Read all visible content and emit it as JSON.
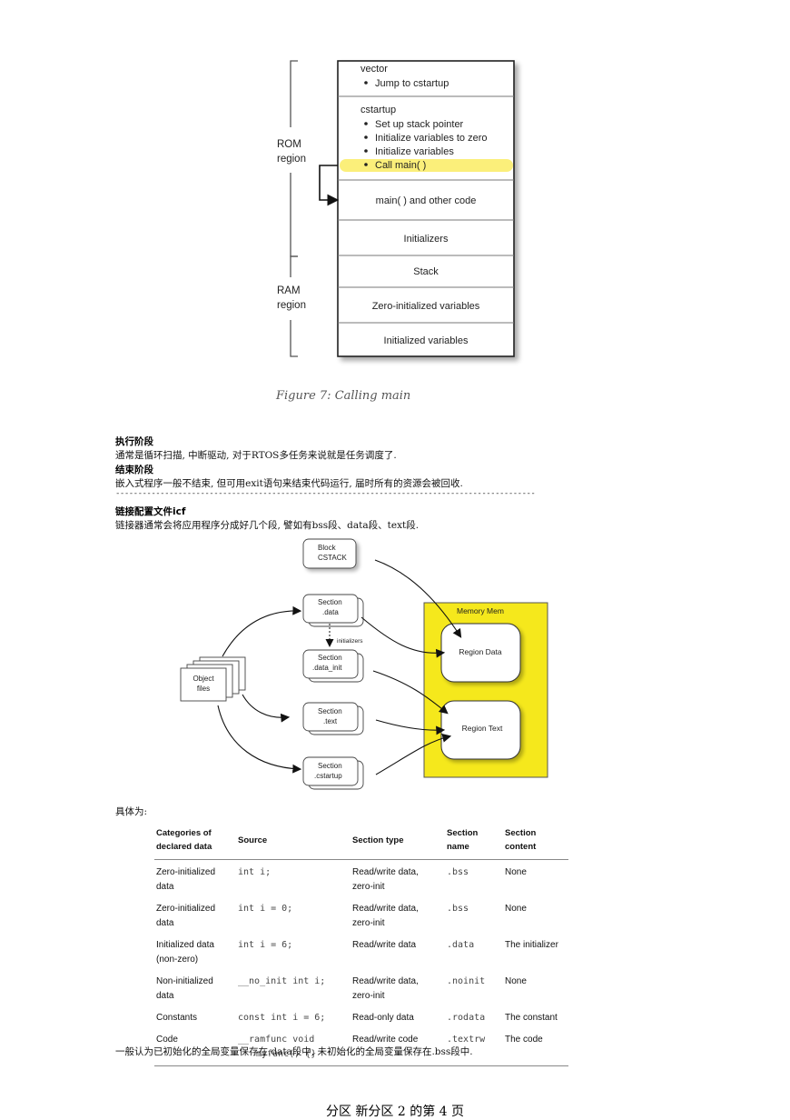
{
  "memory_map": {
    "rom_label": [
      "ROM",
      "region"
    ],
    "ram_label": [
      "RAM",
      "region"
    ],
    "vector": {
      "title": "vector",
      "items": [
        "Jump to cstartup"
      ]
    },
    "cstartup": {
      "title": "cstartup",
      "items": [
        "Set up stack pointer",
        "Initialize variables to zero",
        "Initialize variables"
      ],
      "highlight": "Call main( )"
    },
    "blocks": [
      "main( ) and other code",
      "Initializers",
      "Stack",
      "Zero-initialized variables",
      "Initialized variables"
    ],
    "highlight_color": "#fbef7a"
  },
  "figure_caption": "Figure 7: Calling main",
  "text": {
    "exec_heading": "执行阶段",
    "exec_body": "通常是循环扫描, 中断驱动, 对于RTOS多任务来说就是任务调度了.",
    "end_heading": "结束阶段",
    "end_body": "嵌入式程序一般不结束, 但可用exit语句来结束代码运行, 届时所有的资源会被回收.",
    "separator": "----------------------------------------------------------------------------------------------",
    "icf_heading": "链接配置文件icf",
    "icf_body": "链接器通常会将应用程序分成好几个段, 譬如有bss段、data段、text段.",
    "specifically": "具体为:",
    "conclusion": "一般认为已初始化的全局变量保存在.data段中, 未初始化的全局变量保存在.bss段中."
  },
  "linker_diagram": {
    "object_files": [
      "Object",
      "files"
    ],
    "block": [
      "Block",
      "CSTACK"
    ],
    "sections": [
      [
        "Section",
        ".data"
      ],
      [
        "Section",
        ".data_init"
      ],
      [
        "Section",
        ".text"
      ],
      [
        "Section",
        ".cstartup"
      ]
    ],
    "initializers_label": "initializers",
    "memory_title": "Memory Mem",
    "region_data": "Region Data",
    "region_text": "Region Text",
    "memory_color": "#f5e81c"
  },
  "table": {
    "headers": [
      [
        "Categories of",
        "declared data"
      ],
      [
        "Source"
      ],
      [
        "Section type"
      ],
      [
        "Section",
        "name"
      ],
      [
        "Section content"
      ]
    ],
    "rows": [
      {
        "category": [
          "Zero-initialized",
          "data"
        ],
        "source": [
          "int i;"
        ],
        "type": [
          "Read/write data,",
          "zero-init"
        ],
        "name": ".bss",
        "content": "None"
      },
      {
        "category": [
          "Zero-initialized",
          "data"
        ],
        "source": [
          "int i = 0;"
        ],
        "type": [
          "Read/write data,",
          "zero-init"
        ],
        "name": ".bss",
        "content": "None"
      },
      {
        "category": [
          "Initialized data",
          "(non-zero)"
        ],
        "source": [
          "int i = 6;"
        ],
        "type": [
          "Read/write data"
        ],
        "name": ".data",
        "content": "The initializer"
      },
      {
        "category": [
          "Non-initialized",
          "data"
        ],
        "source": [
          "__no_init int i;"
        ],
        "type": [
          "Read/write data,",
          "zero-init"
        ],
        "name": ".noinit",
        "content": "None"
      },
      {
        "category": [
          "Constants"
        ],
        "source": [
          "const int i = 6;"
        ],
        "type": [
          "Read-only data"
        ],
        "name": ".rodata",
        "content": "The constant"
      },
      {
        "category": [
          "Code"
        ],
        "source": [
          "__ramfunc void",
          "myfunc() {}"
        ],
        "type": [
          "Read/write code"
        ],
        "name": ".textrw",
        "content": "The code"
      }
    ]
  },
  "footer": "分区 新分区 2 的第 4 页"
}
